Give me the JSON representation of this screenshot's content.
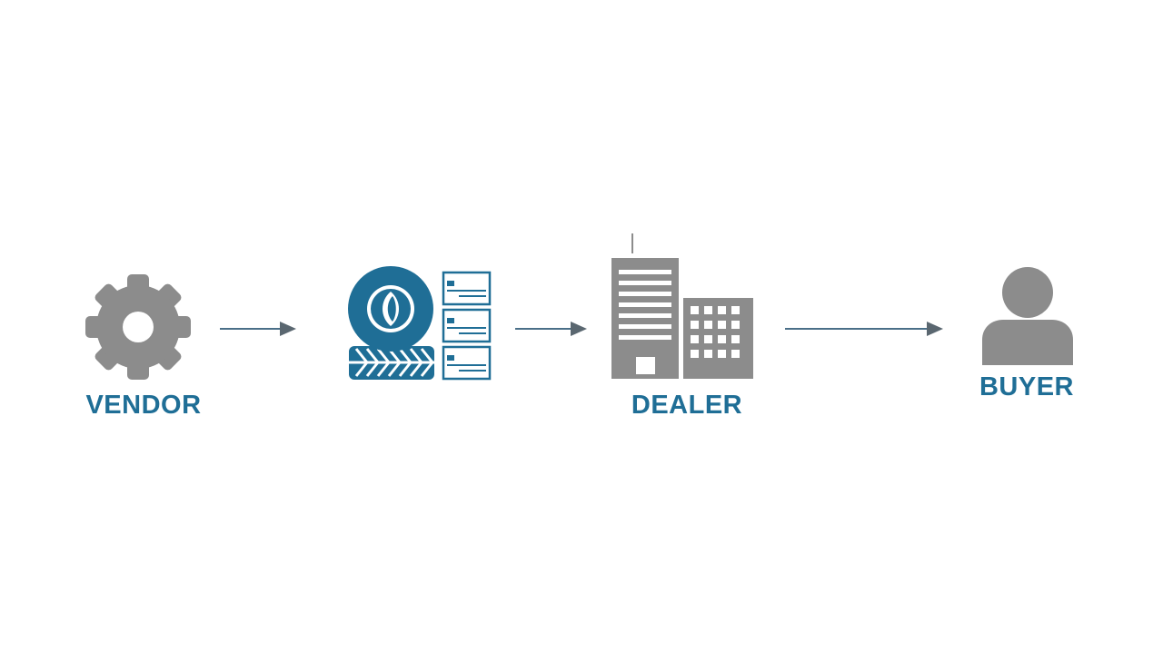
{
  "nodes": {
    "vendor": {
      "label": "VENDOR",
      "icon": "gear-icon"
    },
    "inventory": {
      "label": "",
      "icon": "tire-and-cards-icon"
    },
    "dealer": {
      "label": "DEALER",
      "icon": "office-building-icon"
    },
    "buyer": {
      "label": "BUYER",
      "icon": "person-icon"
    }
  },
  "colors": {
    "accent": "#1f6e96",
    "icon_gray": "#8c8c8c",
    "arrow": "#4a6f88"
  }
}
